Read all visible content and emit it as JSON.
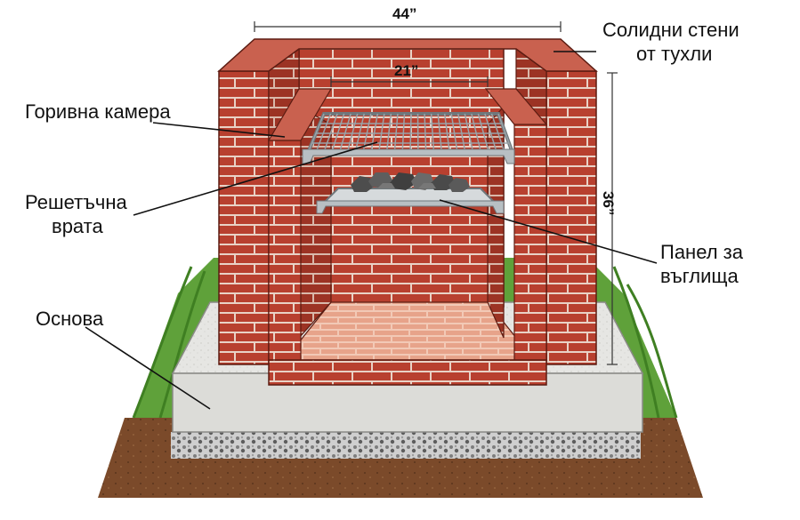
{
  "diagram": {
    "labels": {
      "solid_walls": [
        "Солидни стени",
        "от тухли"
      ],
      "fire_chamber": "Горивна камера",
      "grate_door": [
        "Решетъчна",
        "врата"
      ],
      "charcoal_panel": [
        "Панел за",
        "въглища"
      ],
      "base": "Основа"
    },
    "dimensions": {
      "width_outer": "44”",
      "width_inner": "21”",
      "height": "36”"
    },
    "colors": {
      "brick": "#b8402f",
      "brick_dark": "#8e2c1f",
      "mortar": "#e9d2c6",
      "concrete": "#e6e6e3",
      "gravel": "#bdbdbd",
      "soil": "#7b4a2a",
      "grass": "#5fa13a",
      "grill_metal": "#9aa3a8"
    }
  }
}
